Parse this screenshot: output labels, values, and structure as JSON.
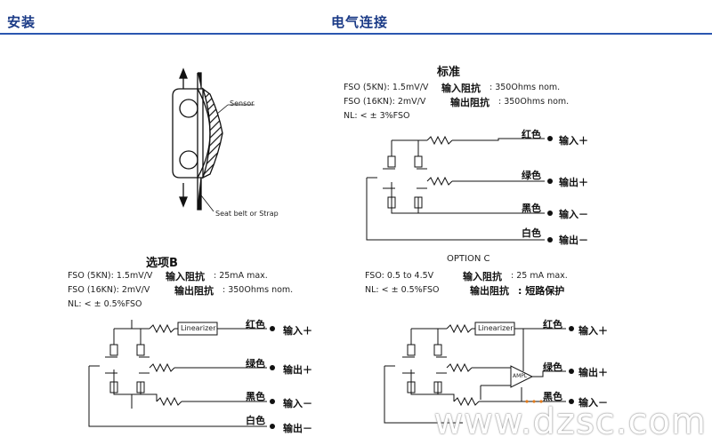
{
  "header": {
    "left": "安装",
    "right": "电气连接"
  },
  "mount": {
    "sensor_label": "Sensor",
    "belt_label": "Seat belt or Strap"
  },
  "standard": {
    "title": "标准",
    "spec_fso_5k": "FSO (5KN): 1.5mV/V",
    "spec_fso_16k": "FSO (16KN): 2mV/V",
    "spec_nl": "NL: < ± 3%FSO",
    "in_imp_label": "输入阻抗",
    "in_imp_value": ": 350Ohms nom.",
    "out_imp_label": "输出阻抗",
    "out_imp_value": ": 350Ohms nom.",
    "wires": [
      "红色",
      "绿色",
      "黑色",
      "白色"
    ],
    "signals": [
      "输入＋",
      "输出＋",
      "输入－",
      "输出－"
    ]
  },
  "option_b": {
    "title": "选项B",
    "spec_fso_5k": "FSO (5KN): 1.5mV/V",
    "spec_fso_16k": "FSO (16KN): 2mV/V",
    "spec_nl": "NL: < ± 0.5%FSO",
    "in_imp_label": "输入阻抗",
    "in_imp_value": ": 25mA max.",
    "out_imp_label": "输出阻抗",
    "out_imp_value": ": 350Ohms nom.",
    "linearizer": "Linearizer",
    "wires": [
      "红色",
      "绿色",
      "黑色",
      "白色"
    ],
    "signals": [
      "输入＋",
      "输出＋",
      "输入－",
      "输出－"
    ]
  },
  "option_c": {
    "title": "OPTION C",
    "spec_fso": "FSO: 0.5 to 4.5V",
    "spec_nl": "NL: < ± 0.5%FSO",
    "in_imp_label": "输入阻抗",
    "in_imp_value": ": 25 mA max.",
    "out_imp_label": "输出阻抗",
    "out_imp_value": ": 短路保护",
    "linearizer": "Linearizer",
    "amp": "AMPL",
    "wires": [
      "红色",
      "绿色",
      "黑色"
    ],
    "signals": [
      "输入＋",
      "输出＋",
      "输入－"
    ]
  },
  "watermark": "www.dzsc.com"
}
